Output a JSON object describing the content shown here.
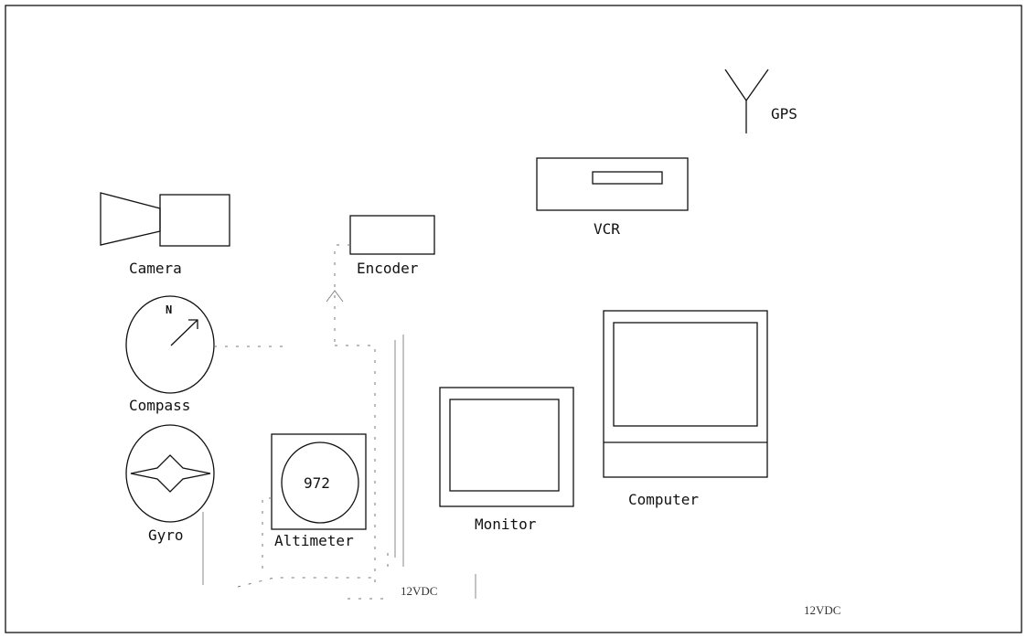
{
  "labels": {
    "gps": "GPS",
    "vcr": "VCR",
    "camera": "Camera",
    "encoder": "Encoder",
    "compass": "Compass",
    "compass_north": "N",
    "gyro": "Gyro",
    "altimeter": "Altimeter",
    "altimeter_value": "972",
    "monitor": "Monitor",
    "computer": "Computer",
    "power_left": "12VDC",
    "power_right": "12VDC"
  },
  "icons": [
    "antenna-icon",
    "camera-icon",
    "compass-icon",
    "gyro-icon",
    "altimeter-icon"
  ],
  "colors": {
    "line": "#111111",
    "wire": "#777777",
    "background": "#ffffff"
  }
}
